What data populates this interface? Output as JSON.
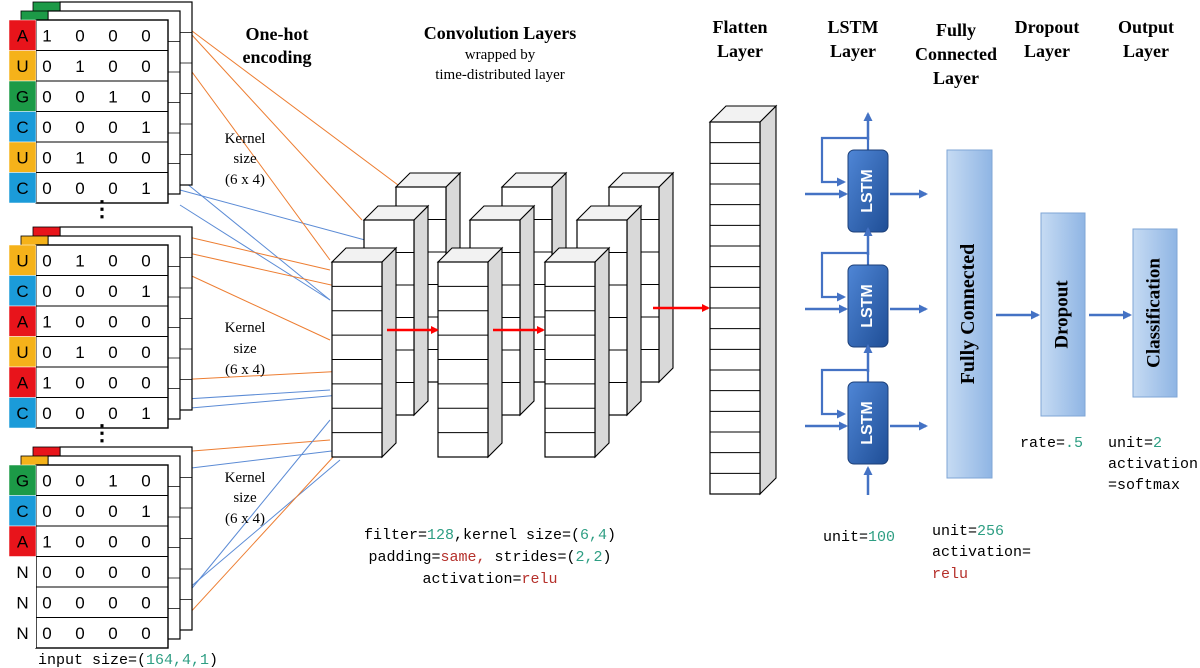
{
  "colors": {
    "A": "#e8141b",
    "U": "#f5b21a",
    "G": "#1c9a47",
    "C": "#1b9bd9",
    "N": "#ffffff",
    "arrow_red": "#ff0000",
    "arrow_blue": "#4472c4",
    "lstm_blue": "#2e5ea8",
    "param_green": "#2e9e83",
    "param_red": "#b5302b",
    "orange_line": "#ed7d31",
    "blue_line": "#5b8bd5",
    "layer_fill": "#a9c7ea"
  },
  "headers": {
    "onehot": [
      "One-hot",
      "encoding"
    ],
    "conv_title": "Convolution Layers",
    "conv_sub": [
      "wrapped by",
      "time-distributed layer"
    ],
    "flatten": [
      "Flatten",
      "Layer"
    ],
    "lstm": [
      "LSTM",
      "Layer"
    ],
    "fc": [
      "Fully",
      "Connected",
      "Layer"
    ],
    "dropout": [
      "Dropout",
      "Layer"
    ],
    "output": [
      "Output",
      "Layer"
    ]
  },
  "kernel_label": [
    "Kernel",
    "size",
    "(6 x 4)"
  ],
  "ellipsis": "⋮",
  "matrices": [
    {
      "rows": [
        {
          "base": "A",
          "vals": [
            "1",
            "0",
            "0",
            "0"
          ]
        },
        {
          "base": "U",
          "vals": [
            "0",
            "1",
            "0",
            "0"
          ]
        },
        {
          "base": "G",
          "vals": [
            "0",
            "0",
            "1",
            "0"
          ]
        },
        {
          "base": "C",
          "vals": [
            "0",
            "0",
            "0",
            "1"
          ]
        },
        {
          "base": "U",
          "vals": [
            "0",
            "1",
            "0",
            "0"
          ]
        },
        {
          "base": "C",
          "vals": [
            "0",
            "0",
            "0",
            "1"
          ]
        }
      ],
      "back_bases": [
        "G"
      ]
    },
    {
      "rows": [
        {
          "base": "U",
          "vals": [
            "0",
            "1",
            "0",
            "0"
          ]
        },
        {
          "base": "C",
          "vals": [
            "0",
            "0",
            "0",
            "1"
          ]
        },
        {
          "base": "A",
          "vals": [
            "1",
            "0",
            "0",
            "0"
          ]
        },
        {
          "base": "U",
          "vals": [
            "0",
            "1",
            "0",
            "0"
          ]
        },
        {
          "base": "A",
          "vals": [
            "1",
            "0",
            "0",
            "0"
          ]
        },
        {
          "base": "C",
          "vals": [
            "0",
            "0",
            "0",
            "1"
          ]
        }
      ],
      "back_bases": [
        "A",
        "U"
      ]
    },
    {
      "rows": [
        {
          "base": "G",
          "vals": [
            "0",
            "0",
            "1",
            "0"
          ]
        },
        {
          "base": "C",
          "vals": [
            "0",
            "0",
            "0",
            "1"
          ]
        },
        {
          "base": "A",
          "vals": [
            "1",
            "0",
            "0",
            "0"
          ]
        },
        {
          "base": "N",
          "vals": [
            "0",
            "0",
            "0",
            "0"
          ]
        },
        {
          "base": "N",
          "vals": [
            "0",
            "0",
            "0",
            "0"
          ]
        },
        {
          "base": "N",
          "vals": [
            "0",
            "0",
            "0",
            "0"
          ]
        }
      ],
      "back_bases": [
        "A",
        "U"
      ]
    }
  ],
  "lstm_cell_label": "LSTM",
  "fc_box_label": "Fully Connected",
  "dropout_box_label": "Dropout",
  "class_box_label": "Classification",
  "params": {
    "input_prefix": "input size=(",
    "input_nums": "164,4,1",
    "input_suffix": ")",
    "conv_line1_a": "filter=",
    "conv_line1_b": "128",
    "conv_line1_c": ",kernel size=(",
    "conv_line1_d": "6,4",
    "conv_line1_e": ")",
    "conv_line2_a": "padding=",
    "conv_line2_b": "same,",
    "conv_line2_c": " strides=(",
    "conv_line2_d": "2,2",
    "conv_line2_e": ")",
    "conv_line3_a": "activation=",
    "conv_line3_b": "relu",
    "lstm_a": "unit=",
    "lstm_b": "100",
    "fc_line1_a": "unit=",
    "fc_line1_b": "256",
    "fc_line2": "activation=",
    "fc_line3": "relu",
    "drop_a": "rate=",
    "drop_b": ".5",
    "out_line1_a": "unit=",
    "out_line1_b": "2",
    "out_line2": "activation",
    "out_line3": "=softmax"
  }
}
